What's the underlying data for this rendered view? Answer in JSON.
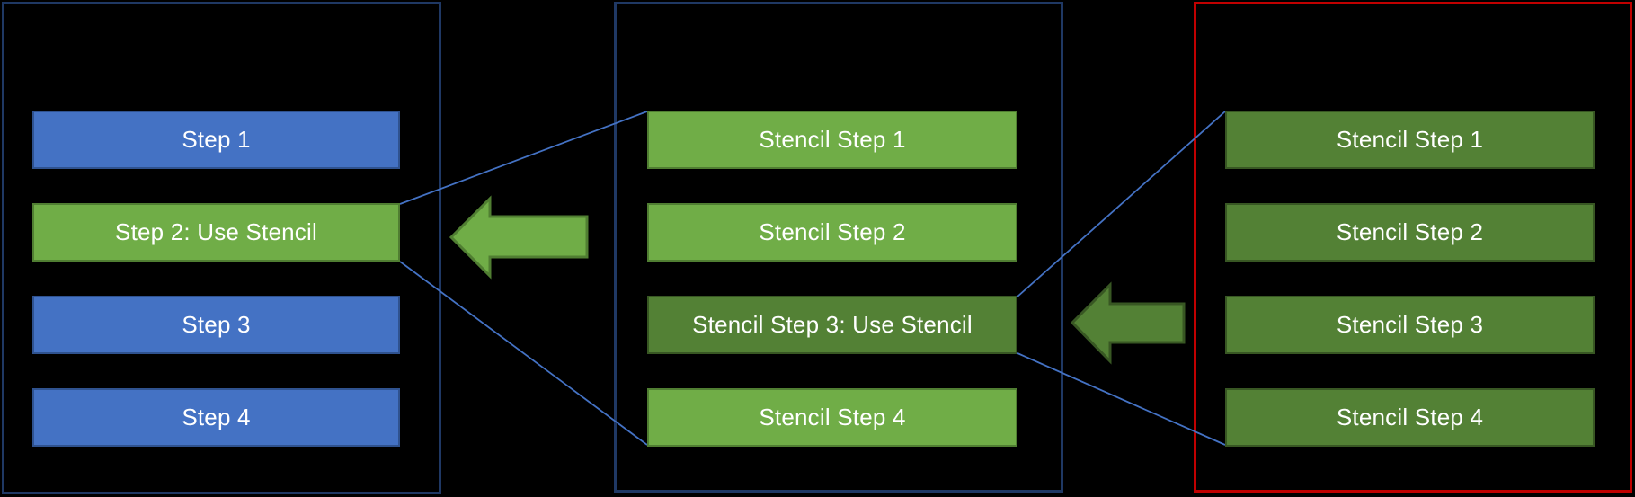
{
  "diagram": {
    "background_color": "#000000",
    "text_color": "#FFFFFF",
    "connector_color": "#4472C4",
    "panels": [
      {
        "name": "process",
        "border_color": "#1F3864",
        "steps": [
          {
            "label": "Step 1",
            "fill": "#4472C4",
            "border": "#2F528F"
          },
          {
            "label": "Step 2: Use Stencil",
            "fill": "#70AD47",
            "border": "#507E32"
          },
          {
            "label": "Step 3",
            "fill": "#4472C4",
            "border": "#2F528F"
          },
          {
            "label": "Step 4",
            "fill": "#4472C4",
            "border": "#2F528F"
          }
        ]
      },
      {
        "name": "stencil-definition",
        "border_color": "#1F3864",
        "steps": [
          {
            "label": "Stencil Step 1",
            "fill": "#70AD47",
            "border": "#507E32"
          },
          {
            "label": "Stencil Step 2",
            "fill": "#70AD47",
            "border": "#507E32"
          },
          {
            "label": "Stencil Step 3: Use Stencil",
            "fill": "#538135",
            "border": "#385723"
          },
          {
            "label": "Stencil Step 4",
            "fill": "#70AD47",
            "border": "#507E32"
          }
        ]
      },
      {
        "name": "nested-stencil-definition",
        "border_color": "#C00000",
        "steps": [
          {
            "label": "Stencil Step 1",
            "fill": "#538135",
            "border": "#385723"
          },
          {
            "label": "Stencil Step 2",
            "fill": "#538135",
            "border": "#385723"
          },
          {
            "label": "Stencil Step 3",
            "fill": "#538135",
            "border": "#385723"
          },
          {
            "label": "Stencil Step 4",
            "fill": "#538135",
            "border": "#385723"
          }
        ]
      }
    ],
    "arrows": [
      {
        "name": "stencil-to-process-arrow",
        "direction": "left",
        "fill": "#70AD47",
        "border": "#507E32"
      },
      {
        "name": "nested-to-stencil-arrow",
        "direction": "left",
        "fill": "#538135",
        "border": "#385723"
      }
    ]
  }
}
